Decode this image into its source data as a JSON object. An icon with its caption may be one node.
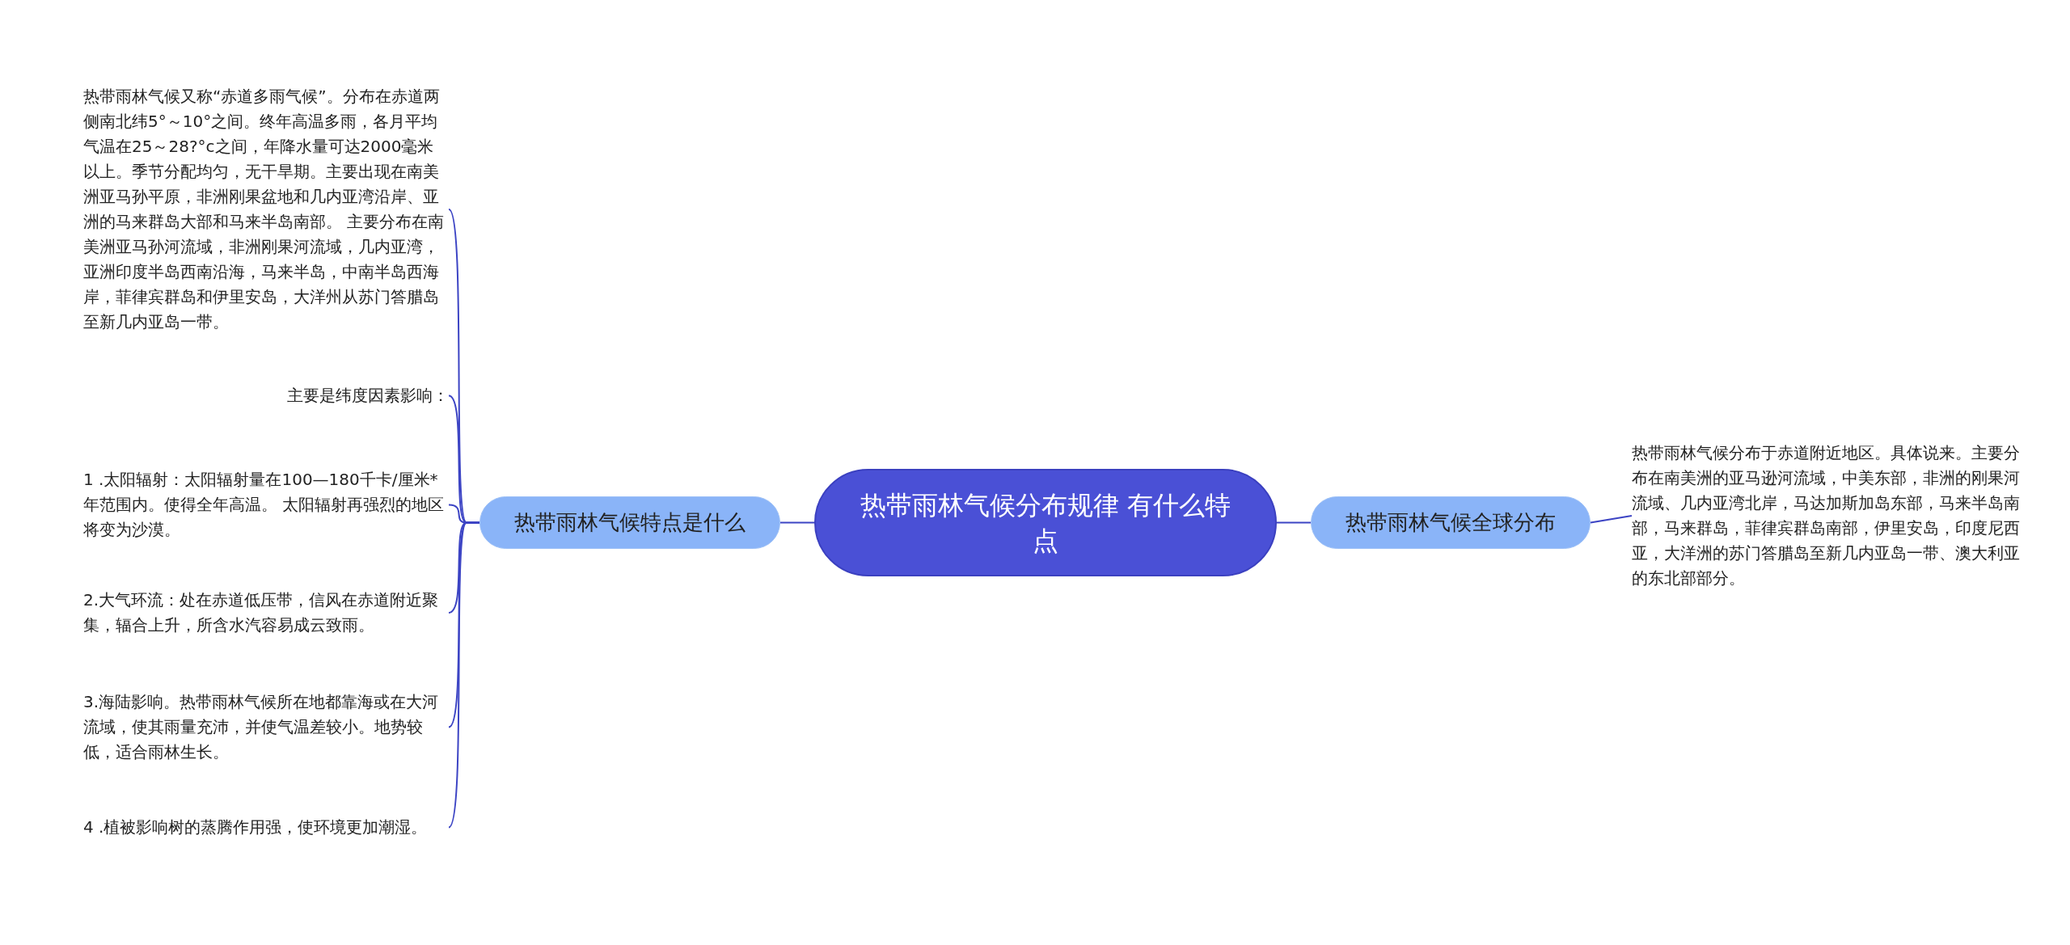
{
  "diagram": {
    "nodes": [
      {
        "text": [
          "热带雨林气候分布规律 有什么特点"
        ]
      },
      {
        "text": [
          "热带雨林气候特点是什么"
        ]
      },
      {
        "text": [
          "热带雨林气候又称“赤道多雨气候”。分布在赤道两侧南北纬5°～10°之间。终年高温多雨，各月平均气温在25～28?°c之间，年降水量可达2000毫米以上。季节分配均匀，无干旱期。主要出现在南美洲亚马孙平原，非洲刚果盆地和几内亚湾沿岸、亚洲的马来群岛大部和马来半岛南部。 主要分布在南美洲亚马孙河流域，非洲刚果河流域，几内亚湾，亚洲印度半岛西南沿海，马来半岛，中南半岛西海岸，菲律宾群岛和伊里安岛，大洋州从苏门答腊岛至新几内亚岛一带。"
        ]
      },
      {
        "text": [
          "主要是纬度因素影响："
        ]
      },
      {
        "text": [
          "1 .太阳辐射：太阳辐射量在100—180千卡/厘米*年范围内。使得全年高温。 太阳辐射再强烈的地区将变为沙漠。"
        ]
      },
      {
        "text": [
          "2.大气环流：处在赤道低压带，信风在赤道附近聚集，辐合上升，所含水汽容易成云致雨。"
        ]
      },
      {
        "text": [
          "3.海陆影响。热带雨林气候所在地都靠海或在大河流域，使其雨量充沛，并使气温差较小。地势较低，适合雨林生长。"
        ]
      },
      {
        "text": [
          "4 .植被影响树的蒸腾作用强，使环境更加潮湿。"
        ]
      },
      {
        "text": [
          "热带雨林气候全球分布"
        ]
      },
      {
        "text": [
          "热带雨林气候分布于赤道附近地区。具体说来。主要分布在南美洲的亚马逊河流域，中美东部，非洲的刚果河流域、几内亚湾北岸，马达加斯加岛东部，马来半岛南部，马来群岛，菲律宾群岛南部，伊里安岛，印度尼西亚，大洋洲的苏门答腊岛至新几内亚岛一带、澳大利亚的东北部部分。"
        ]
      }
    ],
    "edges": [
      {
        "from": 0,
        "to": 1,
        "arrow": "none"
      },
      {
        "from": 1,
        "to": 2,
        "arrow": "none"
      },
      {
        "from": 1,
        "to": 3,
        "arrow": "none"
      },
      {
        "from": 1,
        "to": 4,
        "arrow": "none"
      },
      {
        "from": 1,
        "to": 5,
        "arrow": "none"
      },
      {
        "from": 1,
        "to": 6,
        "arrow": "none"
      },
      {
        "from": 1,
        "to": 7,
        "arrow": "none"
      },
      {
        "from": 0,
        "to": 8,
        "arrow": "none"
      },
      {
        "from": 8,
        "to": 9,
        "arrow": "none"
      }
    ]
  }
}
